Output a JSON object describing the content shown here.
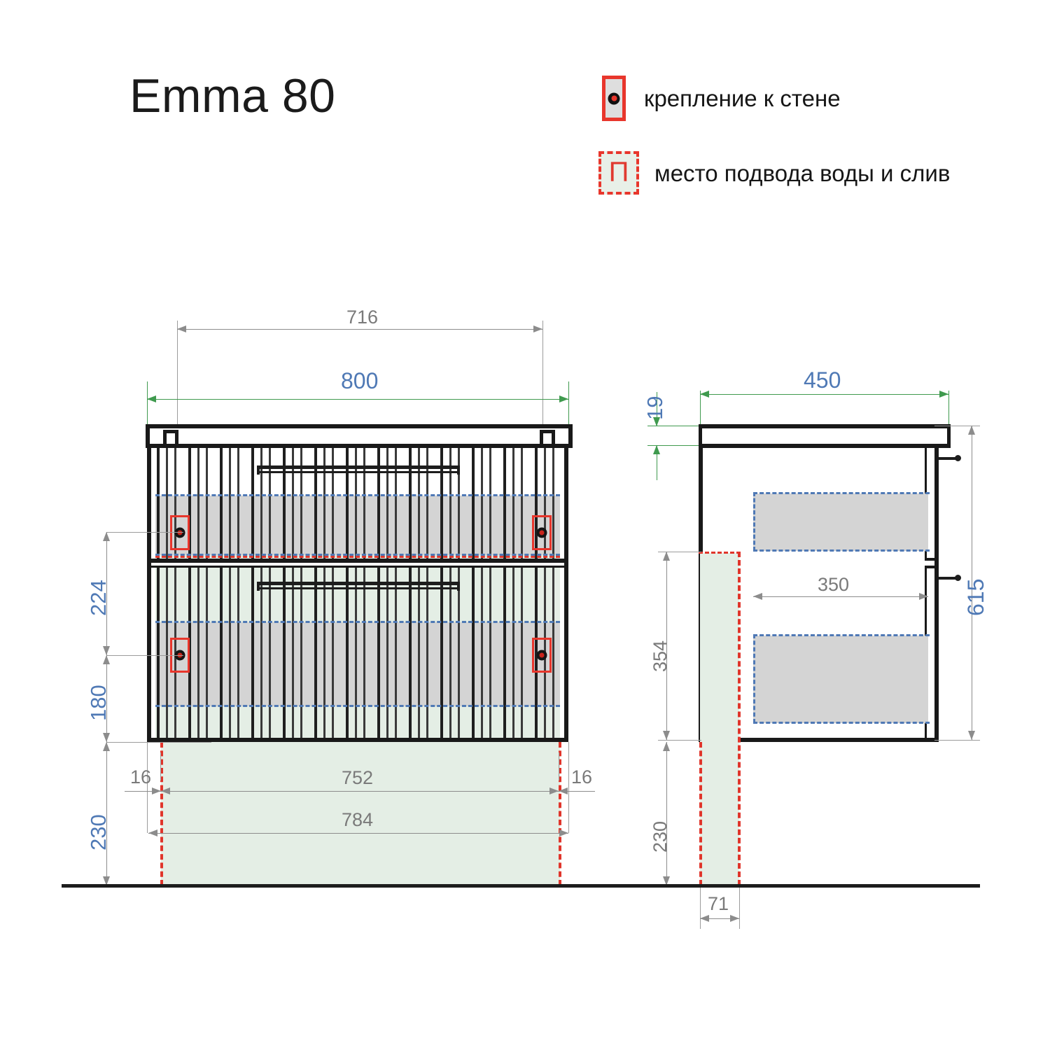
{
  "title": "Emma 80",
  "legend": {
    "items": [
      {
        "icon": "wall-mount-icon",
        "label": "крепление к стене"
      },
      {
        "icon": "water-supply-icon",
        "glyph": "П",
        "label": "место подвода воды и слив"
      }
    ]
  },
  "colors": {
    "dimension_blue": "#4f79b5",
    "dimension_gray": "#7a7a7a",
    "dimension_green": "#3f9a4e",
    "marker_red": "#e8362c",
    "body_black": "#191919",
    "fill_gray": "#d4d4d4",
    "fill_green": "#e4eee5"
  },
  "front_view": {
    "name": "front-elevation",
    "dimensions": {
      "inner_width": "716",
      "overall_width": "800",
      "upper_drawer_height": "224",
      "lower_drawer_height": "180",
      "floor_clearance": "230",
      "left_offset": "16",
      "right_offset": "16",
      "plinth_width_inner": "752",
      "plinth_width_outer": "784"
    }
  },
  "side_view": {
    "name": "side-elevation",
    "dimensions": {
      "depth": "450",
      "countertop_thickness": "19",
      "overall_height": "615",
      "drawer_depth": "350",
      "cabinet_height_from_floor_ref": "354",
      "floor_clearance": "230",
      "water_outlet_offset": "71"
    }
  }
}
